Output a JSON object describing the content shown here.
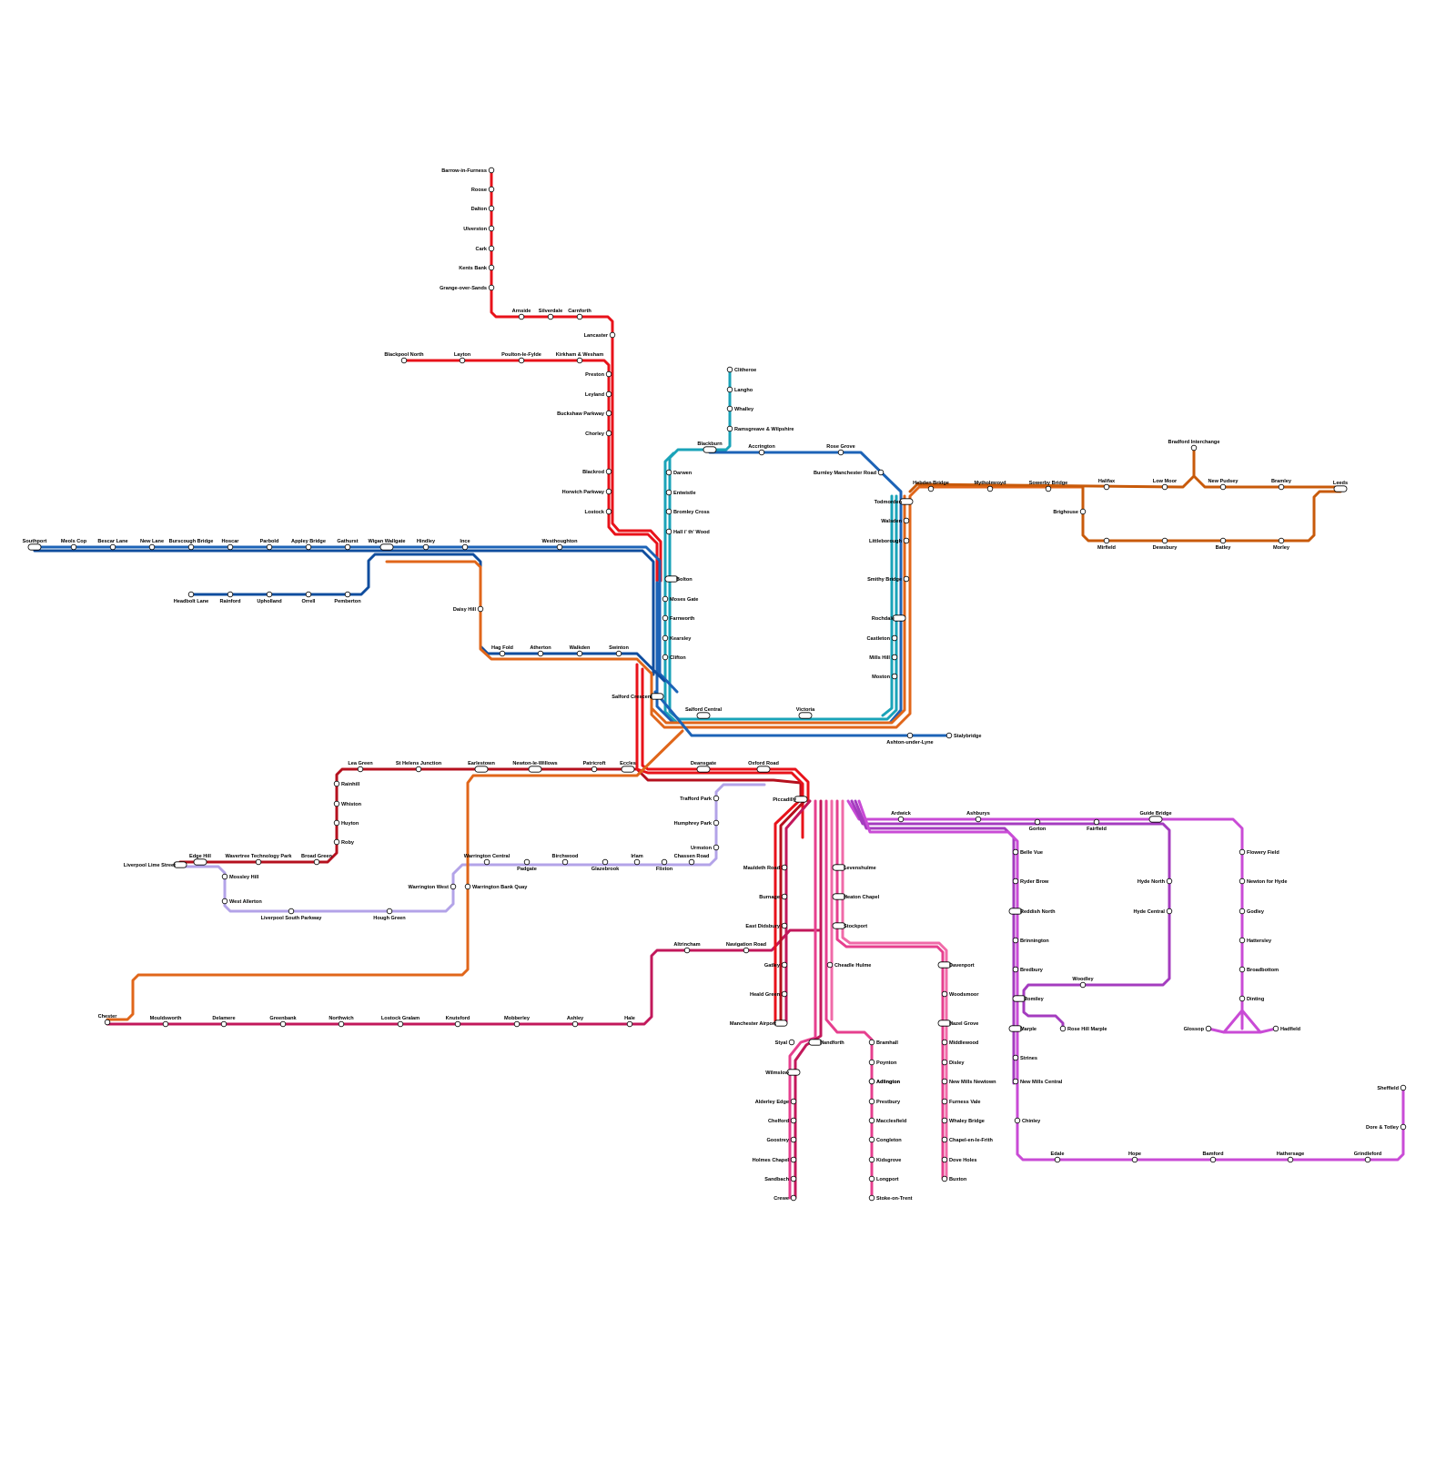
{
  "colors": {
    "red": "#e8121a",
    "dark_red": "#b5101e",
    "blue": "#1c63b7",
    "dark_blue": "#0f4d9e",
    "teal": "#1aa3b8",
    "orange": "#e0661a",
    "dark_orange": "#c85a0a",
    "lavender": "#b3a3e8",
    "crimson": "#c2185b",
    "pink": "#e63f8e",
    "light_pink": "#f06aa8",
    "purple": "#a43cbf",
    "violet": "#c94bd6"
  },
  "stations": [
    "Barrow-in-Furness",
    "Roose",
    "Dalton",
    "Ulverston",
    "Cark",
    "Kents Bank",
    "Grange-over-Sands",
    "Arnside",
    "Silverdale",
    "Carnforth",
    "Lancaster",
    "Blackpool North",
    "Layton",
    "Poulton-le-Fylde",
    "Kirkham & Wesham",
    "Preston",
    "Leyland",
    "Buckshaw Parkway",
    "Chorley",
    "Adlington",
    "Blackrod",
    "Horwich Parkway",
    "Lostock",
    "Clitheroe",
    "Langho",
    "Whalley",
    "Ramsgreave & Wilpshire",
    "Blackburn",
    "Accrington",
    "Rose Grove",
    "Burnley Manchester Road",
    "Darwen",
    "Entwistle",
    "Bromley Cross",
    "Hall i' th' Wood",
    "Southport",
    "Meols Cop",
    "Bescar Lane",
    "New Lane",
    "Burscough Bridge",
    "Hoscar",
    "Parbold",
    "Appley Bridge",
    "Gathurst",
    "Wigan Wallgate",
    "Hindley",
    "Ince",
    "Westhoughton",
    "Headbolt Lane",
    "Rainford",
    "Upholland",
    "Orrell",
    "Pemberton",
    "Daisy Hill",
    "Hag Fold",
    "Atherton",
    "Walkden",
    "Swinton",
    "Bolton",
    "Moses Gate",
    "Farnworth",
    "Kearsley",
    "Clifton",
    "Salford Crescent",
    "Salford Central",
    "Victoria",
    "Ashton-under-Lyne",
    "Stalybridge",
    "Hebden Bridge",
    "Mytholmroyd",
    "Sowerby Bridge",
    "Halifax",
    "Low Moor",
    "New Pudsey",
    "Bramley",
    "Leeds",
    "Bradford Interchange",
    "Brighouse",
    "Mirfield",
    "Dewsbury",
    "Batley",
    "Morley",
    "Todmorden",
    "Walsden",
    "Littleborough",
    "Smithy Bridge",
    "Rochdale",
    "Castleton",
    "Mills Hill",
    "Moston",
    "Lea Green",
    "St Helens Junction",
    "Earlestown",
    "Newton-le-Willows",
    "Patricroft",
    "Eccles",
    "Deansgate",
    "Oxford Road",
    "Rainhill",
    "Whiston",
    "Huyton",
    "Roby",
    "Broad Green",
    "Liverpool Lime Street",
    "Edge Hill",
    "Wavertree Technology Park",
    "Mossley Hill",
    "West Allerton",
    "Liverpool South Parkway",
    "Hough Green",
    "Warrington West",
    "Warrington Central",
    "Padgate",
    "Birchwood",
    "Glazebrook",
    "Irlam",
    "Flixton",
    "Chassen Road",
    "Urmston",
    "Humphrey Park",
    "Trafford Park",
    "Warrington Bank Quay",
    "Chester",
    "Mouldsworth",
    "Delamere",
    "Greenbank",
    "Northwich",
    "Lostock Gralam",
    "Knutsford",
    "Mobberley",
    "Ashley",
    "Hale",
    "Altrincham",
    "Navigation Road",
    "Piccadilly",
    "Mauldeth Road",
    "Burnage",
    "East Didsbury",
    "Gatley",
    "Heald Green",
    "Manchester Airport",
    "Styal",
    "Wilmslow",
    "Alderley Edge",
    "Chelford",
    "Goostrey",
    "Holmes Chapel",
    "Sandbach",
    "Crewe",
    "Handforth",
    "Levenshulme",
    "Heaton Chapel",
    "Stockport",
    "Cheadle Hulme",
    "Bramhall",
    "Poynton",
    "Adlington",
    "Prestbury",
    "Macclesfield",
    "Congleton",
    "Kidsgrove",
    "Longport",
    "Stoke-on-Trent",
    "Davenport",
    "Woodsmoor",
    "Hazel Grove",
    "Middlewood",
    "Disley",
    "New Mills Newtown",
    "Furness Vale",
    "Whaley Bridge",
    "Chapel-en-le-Frith",
    "Dove Holes",
    "Buxton",
    "Ardwick",
    "Ashburys",
    "Gorton",
    "Fairfield",
    "Guide Bridge",
    "Belle Vue",
    "Ryder Brow",
    "Reddish North",
    "Brinnington",
    "Bredbury",
    "Romiley",
    "Marple",
    "Strines",
    "New Mills Central",
    "Chinley",
    "Edale",
    "Hope",
    "Bamford",
    "Hathersage",
    "Grindleford",
    "Dore & Totley",
    "Sheffield",
    "Woodley",
    "Rose Hill Marple",
    "Hyde North",
    "Hyde Central",
    "Flowery Field",
    "Newton for Hyde",
    "Godley",
    "Hattersley",
    "Broadbottom",
    "Dinting",
    "Glossop",
    "Hadfield"
  ]
}
